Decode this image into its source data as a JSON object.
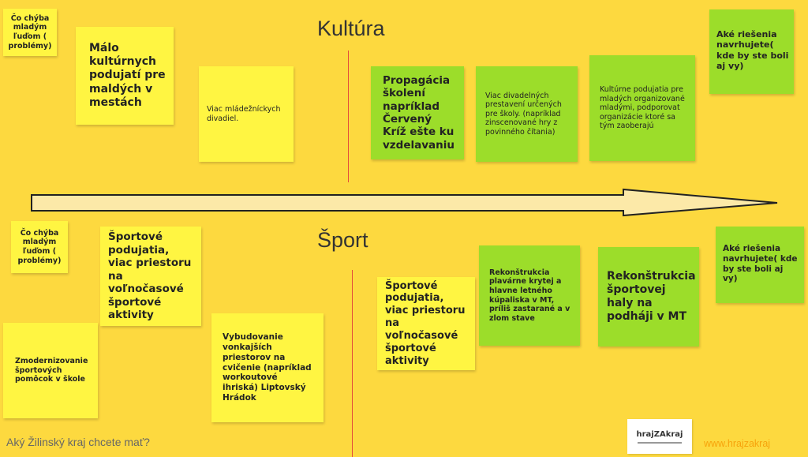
{
  "sections": {
    "culture_title": "Kultúra",
    "sport_title": "Šport"
  },
  "culture": {
    "problems_label": "Čo chýba mladým ľuďom ( problémy)",
    "problem_notes": [
      "Málo kultúrnych podujatí pre maldých v mestách",
      "Viac mládežníckych divadiel."
    ],
    "solutions_label": "Aké riešenia navrhujete( kde by ste boli aj vy)",
    "solution_notes": [
      "Propagácia školení napríklad Červený Kríž ešte ku vzdelavaniu",
      "Viac divadelných prestavení určených pre školy. (napríklad zinscenované hry z povinného čítania)",
      "Kultúrne podujatia pre mladých organizované mladými, podporovat organizácie ktoré sa tým zaoberajú"
    ]
  },
  "sport": {
    "problems_label": "Čo chýba mladým ľuďom ( problémy)",
    "problem_notes": [
      "Športové podujatia, viac priestoru na voľnočasové športové aktivity",
      "Zmodernizovanie športových pomôcok v škole",
      "Vybudovanie vonkajších priestorov na cvičenie (napríklad workoutové ihriská) Liptovský Hrádok"
    ],
    "solutions_label": "Aké riešenia navrhujete( kde by ste boli aj vy)",
    "solution_notes": [
      "Športové podujatia, viac priestoru na voľnočasové športové aktivity",
      "Rekonštrukcia plavárne krytej a hlavne letného kúpaliska v MT, príliš zastarané a v zlom stave",
      "Rekonštrukcia športovej haly na podháji v MT"
    ]
  },
  "footer": {
    "question": "Aký Žilinský kraj chcete mať?",
    "website": "www.hrajzakraj",
    "logo_text": "hrajZAkraj"
  },
  "colors": {
    "background": "#fdd93f",
    "yellow_note": "#fff542",
    "green_note": "#9cdd2a",
    "divider": "#e34b3b",
    "footer_link": "#f7a30b"
  }
}
